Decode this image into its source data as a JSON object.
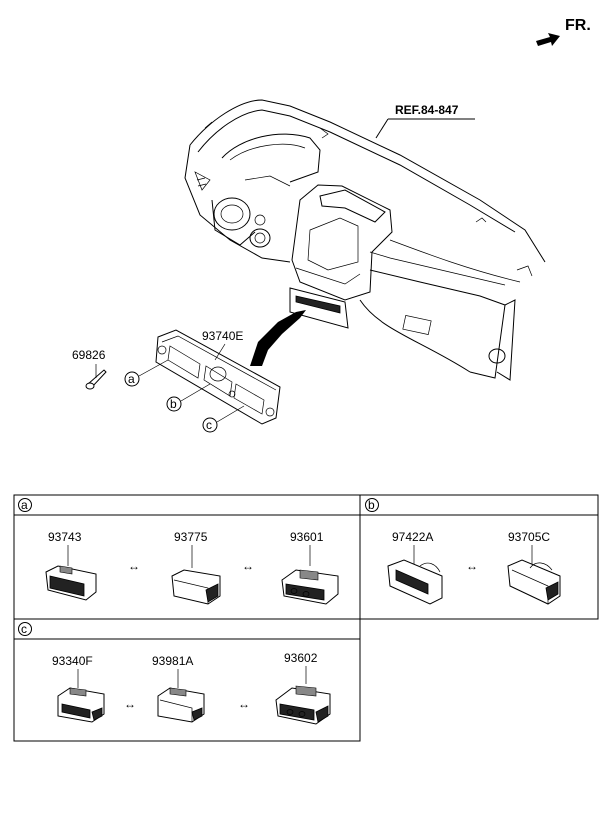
{
  "header": {
    "direction_label": "FR."
  },
  "reference": {
    "label": "REF.84-847"
  },
  "main_labels": {
    "bracket": "93740E",
    "screw": "69826",
    "callout_a": "a",
    "callout_b": "b",
    "callout_c": "c"
  },
  "group_a": {
    "letter": "a",
    "parts": [
      "93743",
      "93775",
      "93601"
    ],
    "separator": "↔"
  },
  "group_b": {
    "letter": "b",
    "parts": [
      "97422A",
      "93705C"
    ],
    "separator": "↔"
  },
  "group_c": {
    "letter": "c",
    "parts": [
      "93340F",
      "93981A",
      "93602"
    ],
    "separator": "↔"
  }
}
